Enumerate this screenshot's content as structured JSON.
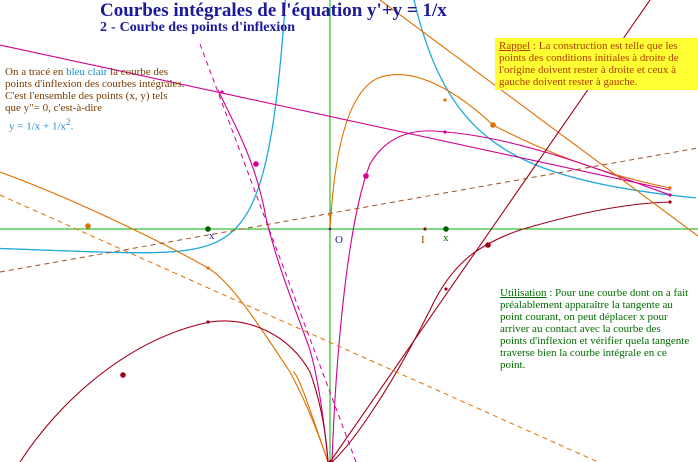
{
  "title": {
    "text": "Courbes intégrales de l'équation y'+y = 1/x"
  },
  "subtitle": {
    "number": "2",
    "text": "Courbe des points d'inflexion"
  },
  "left_note": {
    "part1": "On a tracé en",
    "highlight": "bleu clair",
    "part2": "la courbe des points d'inflexion des courbes intégrales. C'est l'ensemble des points (x, y) tels que y\"= 0, c'est-à-dire",
    "formula_main": "y = 1/x + 1/x",
    "formula_exp": "2",
    "formula_end": "."
  },
  "rappel": {
    "heading": "Rappel",
    "text": " : La construction est telle que les points des conditions initiales à droite de l'origine doivent rester à droite et ceux à gauche doivent rester à gauche."
  },
  "utilisation": {
    "heading": "Utilisation",
    "text": " : Pour une courbe dont on a fait préalablement apparaître la tangente au point courant, on peut déplacer x pour arriver au contact avec la courbe des points d'inflexion et vérifier quela tangente traverse bien la courbe intégrale en ce point."
  },
  "labels": {
    "origin": "O",
    "unit": "I",
    "x_left": "x",
    "x_right": "x"
  },
  "colors": {
    "axis": "#00b000",
    "inflection_curve": "#1fa8dc",
    "orange": "#e07000",
    "magenta": "#d00090",
    "darkred": "#a00018",
    "brown_dashed": "#a05020",
    "title": "#1a1a9a",
    "rappel_bg": "#ffff33"
  }
}
